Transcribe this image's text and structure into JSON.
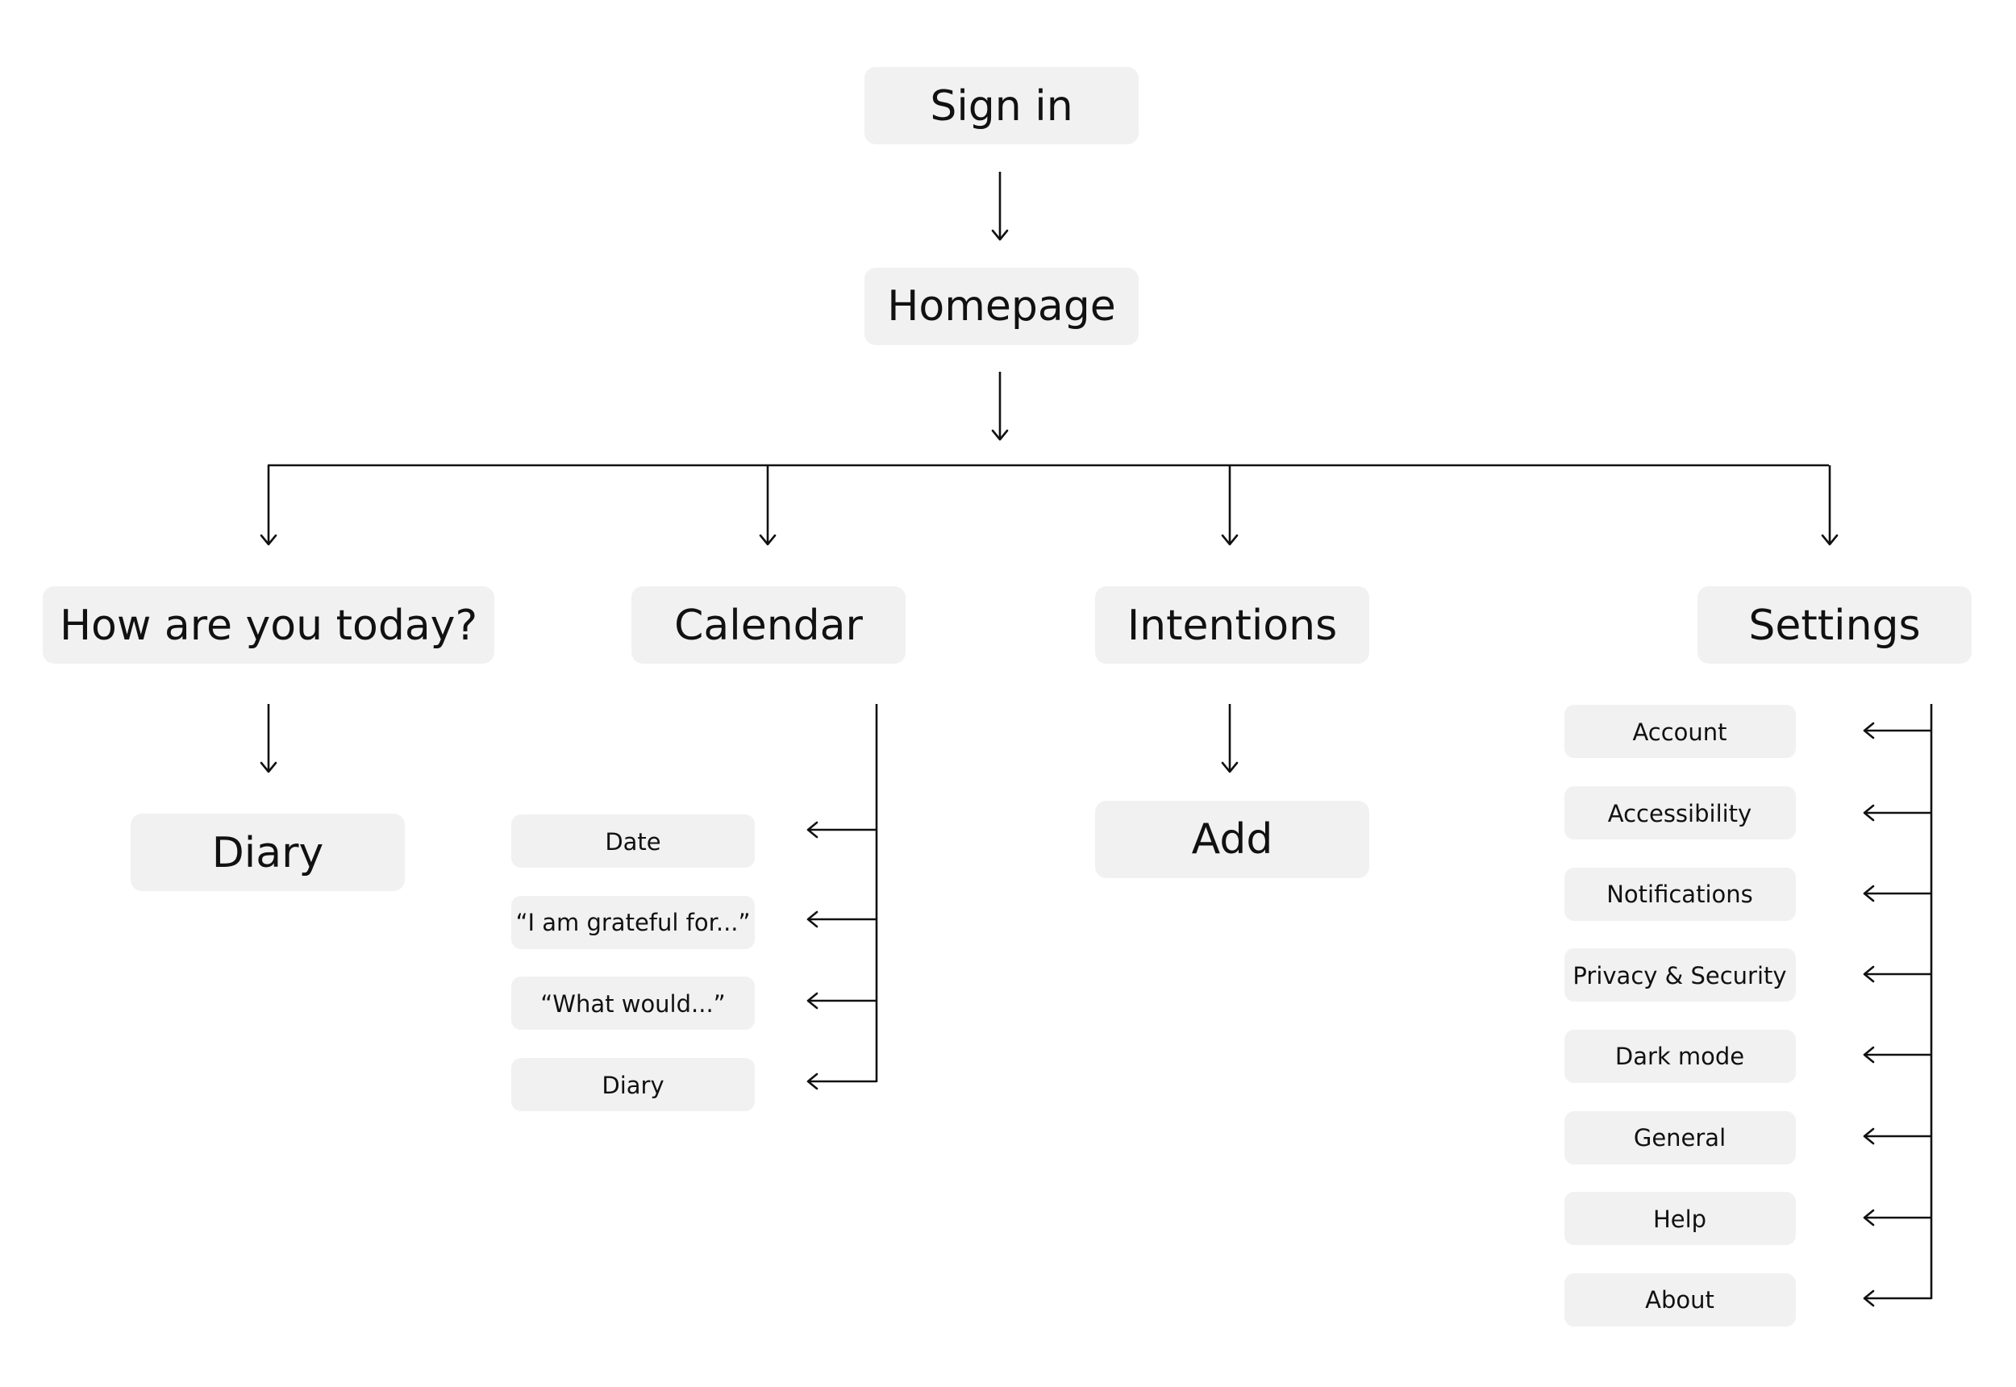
{
  "diagram": {
    "root": "Sign in",
    "home": "Homepage",
    "branches": {
      "mood": {
        "label": "How are you today?",
        "children": [
          "Diary"
        ]
      },
      "calendar": {
        "label": "Calendar",
        "children": [
          "Date",
          "“I am grateful for...”",
          "“What would...”",
          "Diary"
        ]
      },
      "intentions": {
        "label": "Intentions",
        "children": [
          "Add"
        ]
      },
      "settings": {
        "label": "Settings",
        "children": [
          "Account",
          "Accessibility",
          "Notifications",
          "Privacy & Security",
          "Dark mode",
          "General",
          "Help",
          "About"
        ]
      }
    }
  },
  "colors": {
    "node_fill": "#f1f1f1",
    "text": "#111111",
    "line": "#111111",
    "background": "#ffffff"
  }
}
